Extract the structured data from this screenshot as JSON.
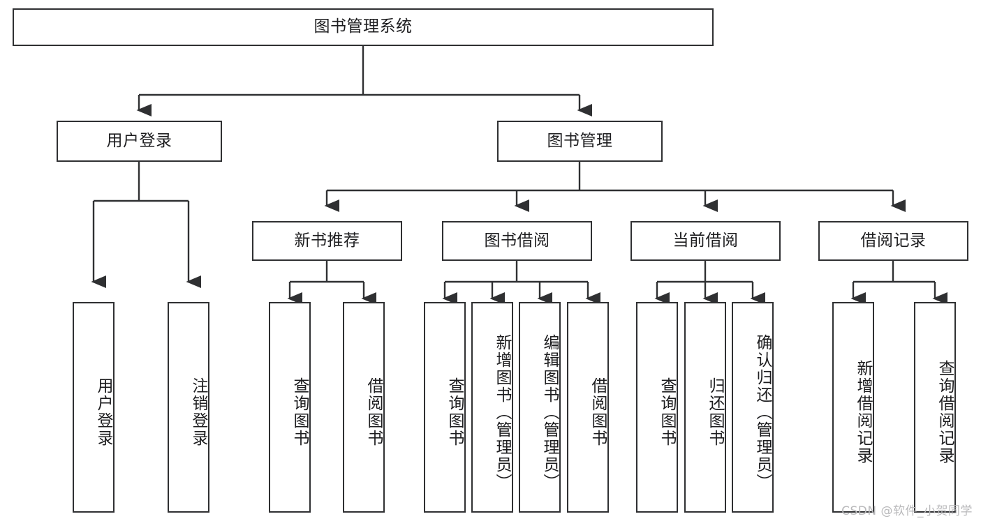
{
  "diagram": {
    "title": "图书管理系统",
    "type": "hierarchy-tree",
    "stroke_color": "#2f3032",
    "background_color": "#ffffff",
    "text_color": "#1d1d1f",
    "watermark": "CSDN @软件_小贺同学"
  },
  "nodes": {
    "root": {
      "label": "图书管理系统"
    },
    "level2": [
      {
        "label": "用户登录"
      },
      {
        "label": "图书管理"
      }
    ],
    "level3": [
      {
        "label": "新书推荐"
      },
      {
        "label": "图书借阅"
      },
      {
        "label": "当前借阅"
      },
      {
        "label": "借阅记录"
      }
    ],
    "leaves_user_login": [
      {
        "label": "用户登录"
      },
      {
        "label": "注销登录"
      }
    ],
    "leaves_new_books": [
      {
        "label": "查询图书"
      },
      {
        "label": "借阅图书"
      }
    ],
    "leaves_borrow": [
      {
        "label": "查询图书"
      },
      {
        "label": "新增图书（管理员）"
      },
      {
        "label": "编辑图书（管理员）"
      },
      {
        "label": "借阅图书"
      }
    ],
    "leaves_current": [
      {
        "label": "查询图书"
      },
      {
        "label": "归还图书"
      },
      {
        "label": "确认归还（管理员）"
      }
    ],
    "leaves_records": [
      {
        "label": "新增借阅记录"
      },
      {
        "label": "查询借阅记录"
      }
    ]
  }
}
